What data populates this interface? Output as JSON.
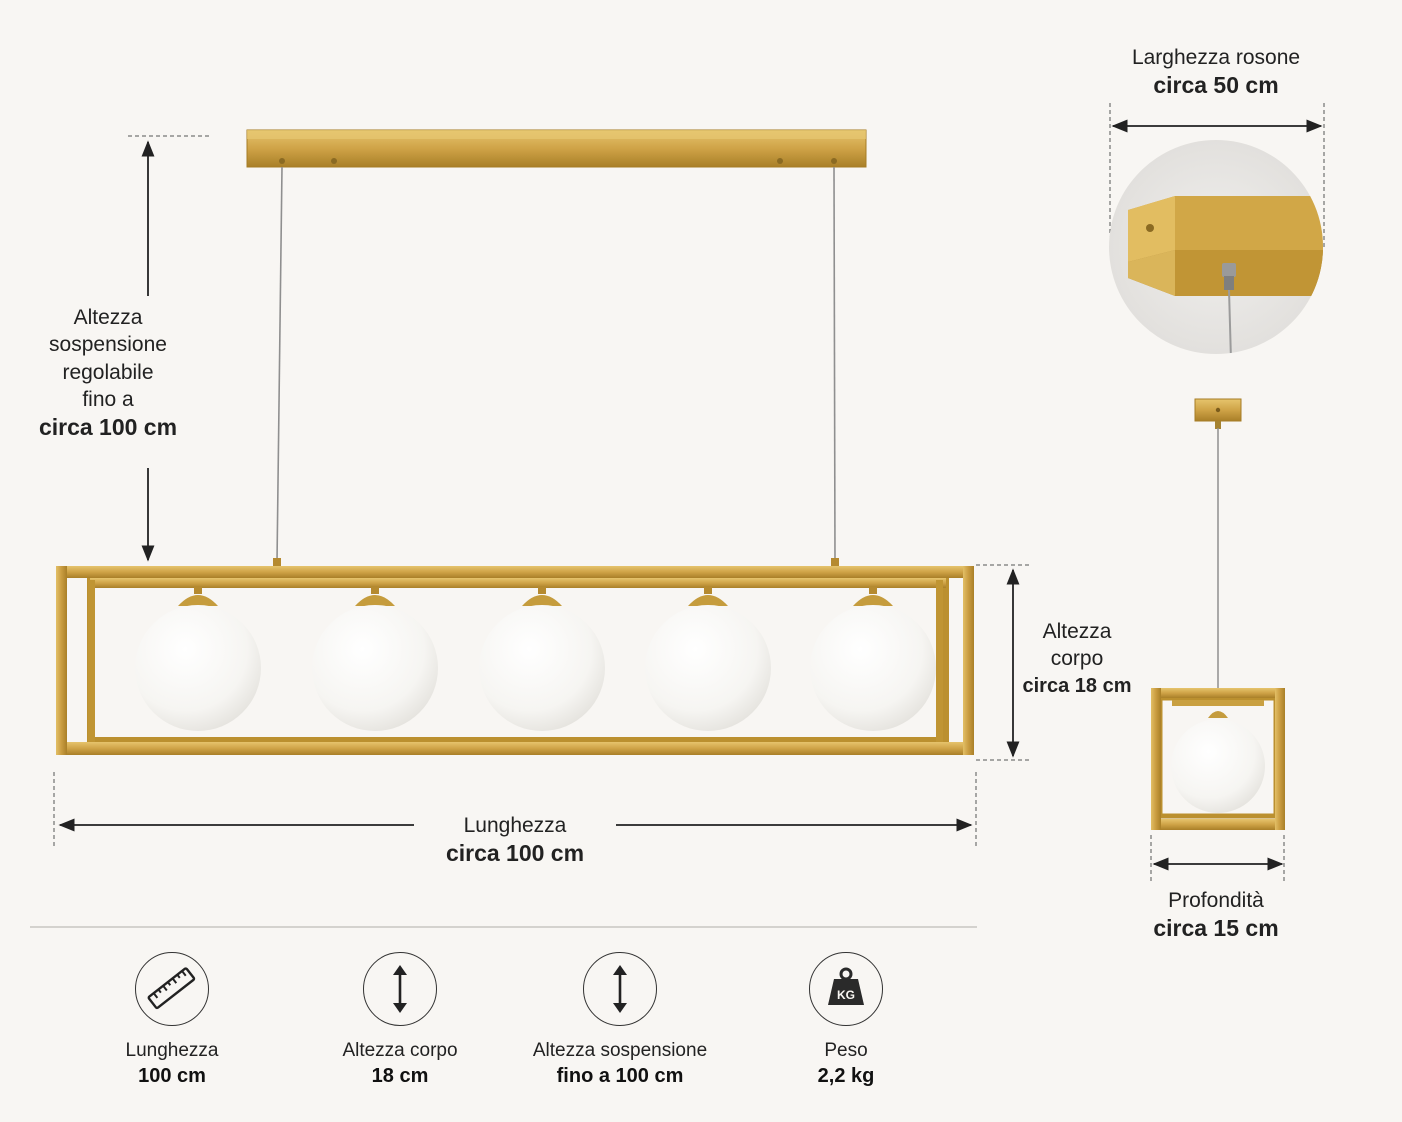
{
  "dimensions": {
    "suspension": {
      "lines": [
        "Altezza",
        "sospensione",
        "regolabile",
        "fino a"
      ],
      "value": "circa 100 cm"
    },
    "rosette_width": {
      "label": "Larghezza rosone",
      "value": "circa 50 cm"
    },
    "body_height": {
      "lines": [
        "Altezza",
        "corpo"
      ],
      "value": "circa 18 cm"
    },
    "length": {
      "label": "Lunghezza",
      "value": "circa 100 cm"
    },
    "depth": {
      "label": "Profondità",
      "value": "circa 15 cm"
    }
  },
  "specs": [
    {
      "icon": "ruler-icon",
      "label": "Lunghezza",
      "value": "100 cm"
    },
    {
      "icon": "vertical-arrow-icon",
      "label": "Altezza corpo",
      "value": "18 cm"
    },
    {
      "icon": "vertical-arrow-icon",
      "label": "Altezza sospensione",
      "value": "fino a 100 cm"
    },
    {
      "icon": "weight-icon",
      "icon_text": "KG",
      "label": "Peso",
      "value": "2,2 kg"
    }
  ],
  "colors": {
    "gold": "#c9a041",
    "gold_dark": "#a87f26",
    "gold_light": "#e3c06a",
    "globe": "#fbfbfa",
    "line": "#222222"
  }
}
